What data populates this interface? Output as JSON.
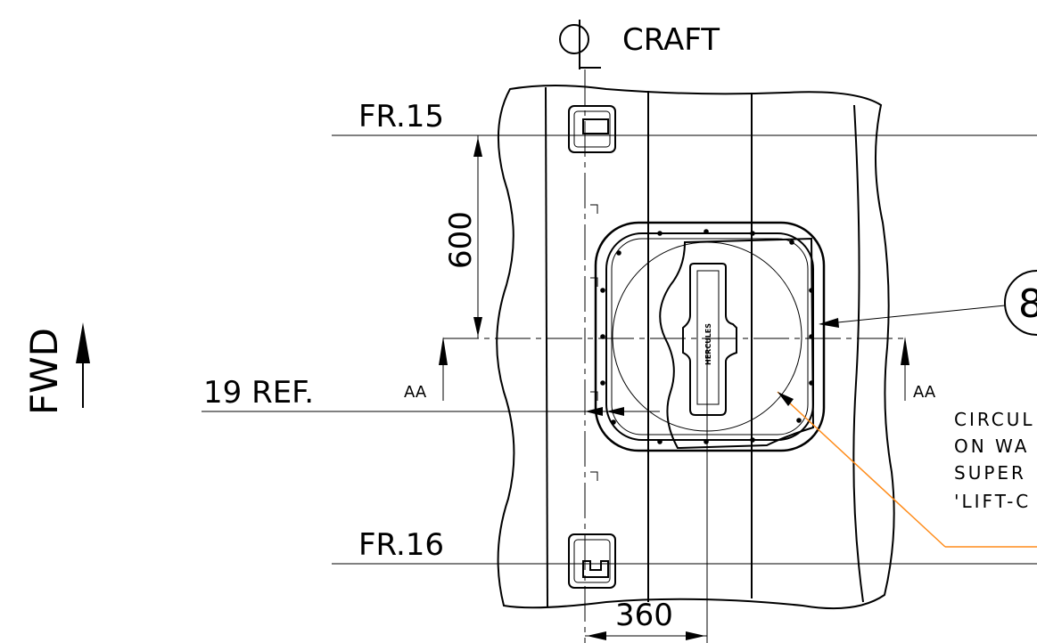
{
  "labels": {
    "centerline": "CRAFT",
    "frame_15": "FR.15",
    "frame_16": "FR.16",
    "dim_600": "600",
    "dim_360": "360",
    "dim_19_ref": "19 REF.",
    "section_left": "AA",
    "section_right": "AA",
    "forward": "FWD",
    "balloon_ref": "8",
    "hatch_brand": "HERCULES"
  },
  "note_lines": [
    "CIRCUL",
    "ON WA",
    "SUPER",
    "'LIFT-C"
  ],
  "colors": {
    "line": "#000000",
    "leader": "#ff8c1a",
    "background": "#ffffff"
  }
}
